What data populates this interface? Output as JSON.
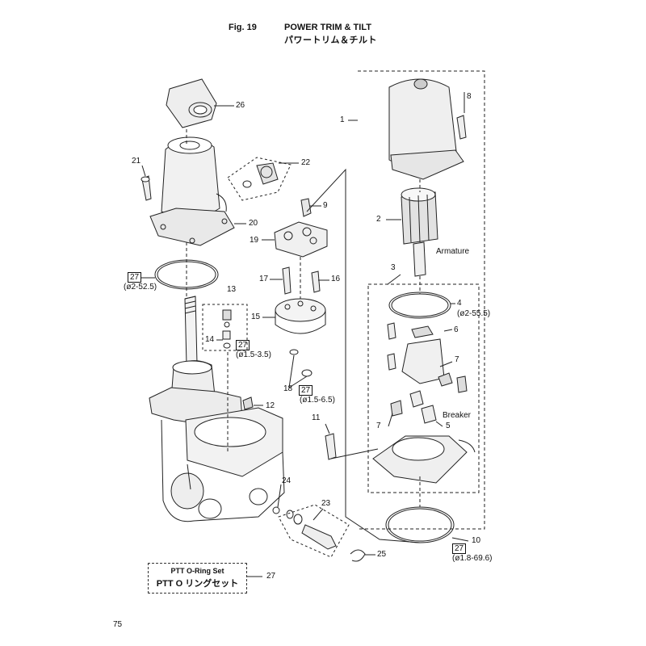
{
  "header": {
    "fig_label": "Fig. 19",
    "title_en": "POWER TRIM & TILT",
    "title_jp": "パワートリム＆チルト"
  },
  "page_number": "75",
  "callouts": {
    "c1": "1",
    "c2": "2",
    "c3": "3",
    "c4": "4",
    "c4_spec": "(ø2-55.5)",
    "c5": "5",
    "c6": "6",
    "c7a": "7",
    "c7b": "7",
    "c8": "8",
    "c9": "9",
    "c10": "10",
    "c10_ref": "27",
    "c10_spec": "(ø1.8-69.6)",
    "c11": "11",
    "c12": "12",
    "c13": "13",
    "c14": "14",
    "c14_ref": "27",
    "c14_spec": "(ø1.5-3.5)",
    "c15": "15",
    "c16": "16",
    "c17": "17",
    "c18": "18",
    "c18_ref": "27",
    "c18_spec": "(ø1.5-6.5)",
    "c19": "19",
    "c20": "20",
    "c21": "21",
    "c22": "22",
    "c23": "23",
    "c24": "24",
    "c25": "25",
    "c26": "26",
    "c27_ref": "27",
    "c27_spec": "(ø2-52.5)",
    "c27_legend": "27",
    "armature": "Armature",
    "breaker": "Breaker"
  },
  "legend": {
    "name_en": "PTT O-Ring Set",
    "name_jp": "PTT O リングセット"
  }
}
